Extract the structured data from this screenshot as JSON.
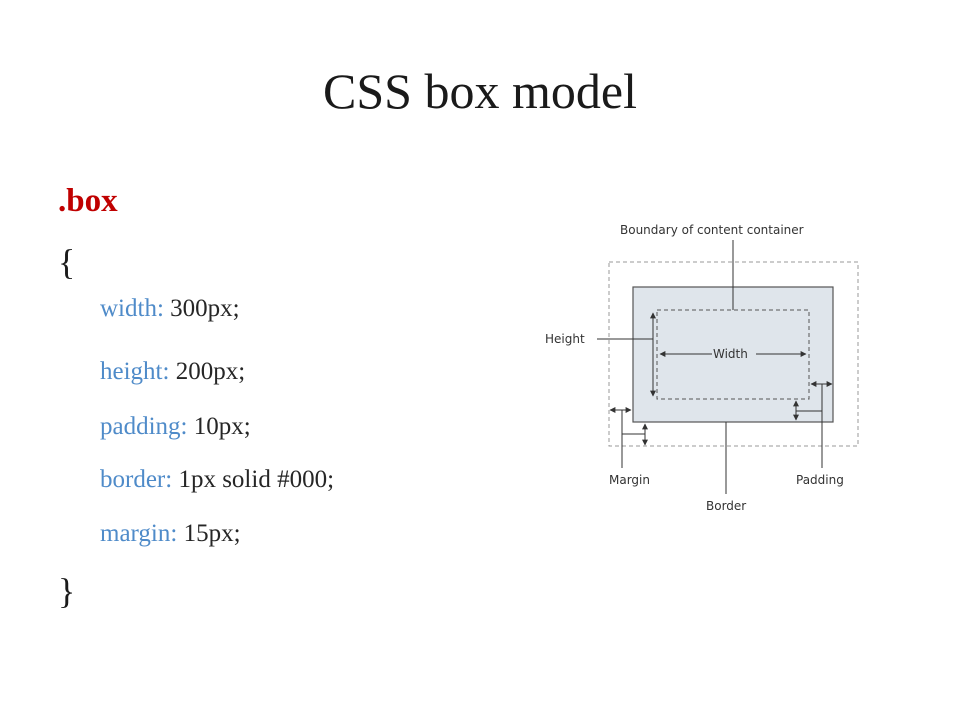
{
  "slide": {
    "title": "CSS box model",
    "selector": ".box",
    "open_brace": "{",
    "close_brace": "}",
    "declarations": [
      {
        "property": "width:",
        "value": " 300px;"
      },
      {
        "property": "height:",
        "value": " 200px;"
      },
      {
        "property": "padding:",
        "value": " 10px;"
      },
      {
        "property": "border:",
        "value": " 1px solid #000;"
      },
      {
        "property": "margin:",
        "value": " 15px;"
      }
    ]
  },
  "diagram": {
    "labels": {
      "boundary": "Boundary of content container",
      "height": "Height",
      "width": "Width",
      "margin": "Margin",
      "padding": "Padding",
      "border": "Border"
    }
  },
  "colors": {
    "title": "#1a1a1a",
    "selector": "#c00000",
    "property": "#4f8bc9",
    "value": "#262626",
    "border_fill": "#dfe5eb"
  }
}
